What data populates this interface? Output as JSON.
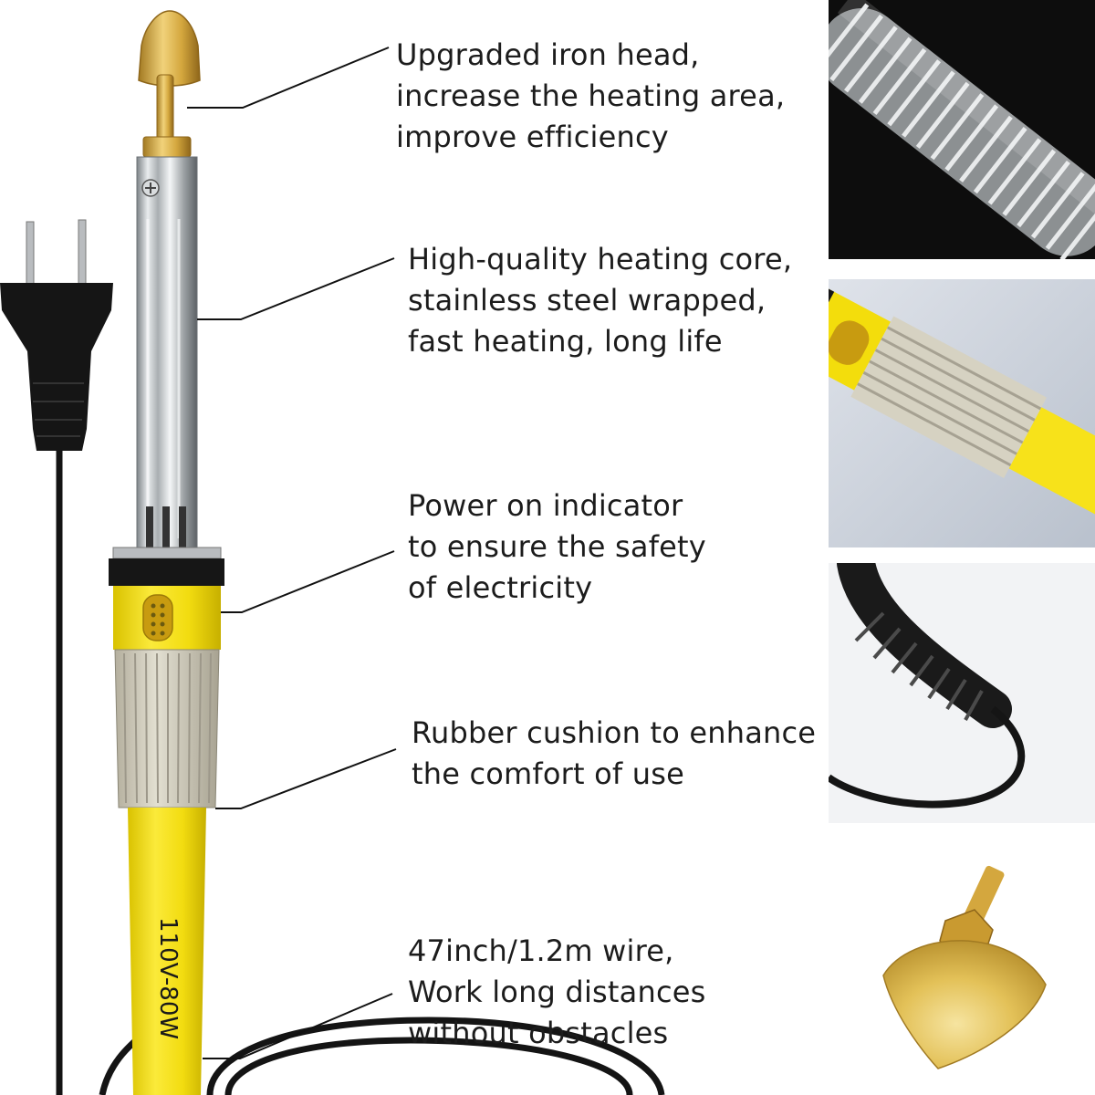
{
  "features": [
    {
      "lines": [
        "Upgraded iron head,",
        "increase the heating area,",
        "improve efficiency"
      ]
    },
    {
      "lines": [
        "High-quality heating core,",
        "stainless steel wrapped,",
        "fast heating, long life"
      ]
    },
    {
      "lines": [
        "Power on indicator",
        "to ensure the safety",
        "of electricity"
      ]
    },
    {
      "lines": [
        "Rubber cushion to enhance",
        "the comfort of use"
      ]
    },
    {
      "lines": [
        "47inch/1.2m wire,",
        "Work long distances",
        "without obstacles"
      ]
    }
  ],
  "handle_marking": "110V-80W",
  "colors": {
    "handle_yellow": "#f7e21a",
    "grip_beige": "#d6d2c2",
    "brass": "#d9b24a",
    "steel": "#c9ccce",
    "cable_black": "#141414"
  }
}
